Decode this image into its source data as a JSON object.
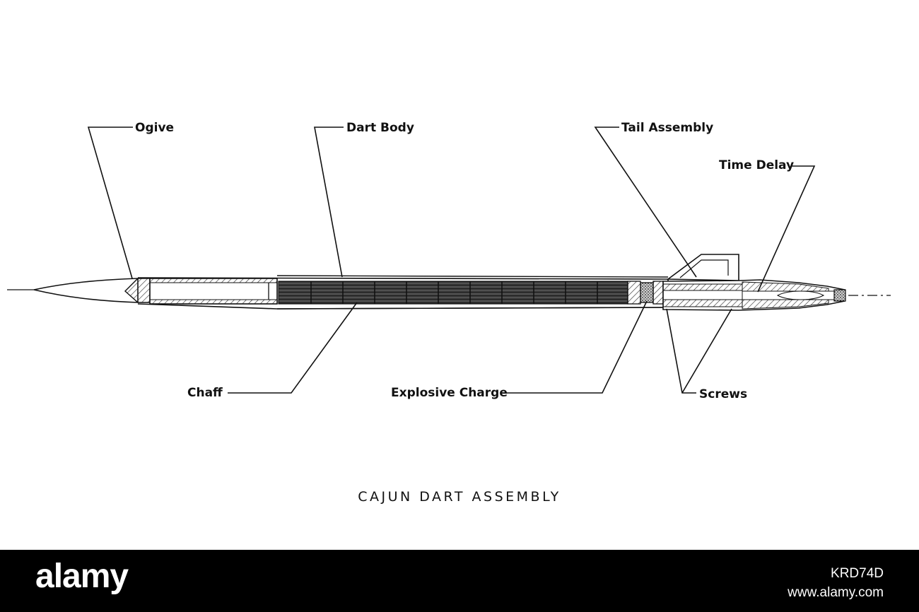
{
  "labels": {
    "ogive": "Ogive",
    "dart_body": "Dart Body",
    "tail_assembly": "Tail Assembly",
    "time_delay": "Time Delay",
    "chaff": "Chaff",
    "explosive_charge": "Explosive Charge",
    "screws": "Screws"
  },
  "caption": "CAJUN DART ASSEMBLY",
  "watermark": {
    "brand": "alamy",
    "image_id": "KRD74D",
    "site": "www.alamy.com"
  }
}
